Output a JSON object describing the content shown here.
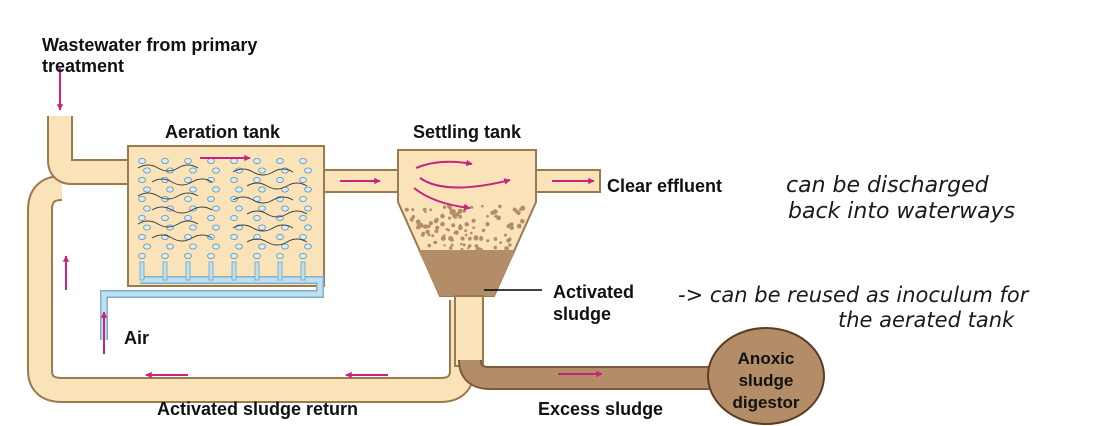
{
  "labels": {
    "wastewater_line1": "Wastewater from primary",
    "wastewater_line2": "treatment",
    "aeration_tank": "Aeration tank",
    "settling_tank": "Settling tank",
    "clear_effluent": "Clear effluent",
    "activated_line1": "Activated",
    "activated_line2": "sludge",
    "air": "Air",
    "anoxic_line1": "Anoxic",
    "anoxic_line2": "sludge",
    "anoxic_line3": "digestor",
    "sludge_return": "Activated sludge return",
    "excess_sludge": "Excess sludge"
  },
  "annotations": {
    "effluent_line1": "can be discharged",
    "effluent_line2": "back into waterways",
    "sludge_line1": "-> can be reused as inoculum for",
    "sludge_line2": "the aerated tank"
  },
  "colors": {
    "pipe_fill": "#fbe3b9",
    "pipe_outline": "#9a7a50",
    "sludge_brown": "#b38d68",
    "flow_arrow": "#c8247e",
    "air_pipe": "#bfe0f0",
    "bubble": "#d8eef7"
  }
}
